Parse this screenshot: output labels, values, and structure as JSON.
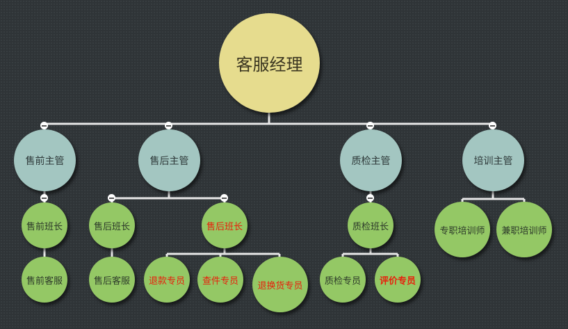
{
  "root": {
    "label": "客服经理"
  },
  "managers": [
    {
      "label": "售前主管"
    },
    {
      "label": "售后主管"
    },
    {
      "label": "质检主管"
    },
    {
      "label": "培训主管"
    }
  ],
  "leads": [
    {
      "label": "售前班长"
    },
    {
      "label": "售后班长"
    },
    {
      "label": "售后班长"
    },
    {
      "label": "质检班长"
    },
    {
      "label": "专职培训师"
    },
    {
      "label": "兼职培训师"
    }
  ],
  "staff": [
    {
      "label": "售前客服"
    },
    {
      "label": "售后客服"
    },
    {
      "label": "退款专员"
    },
    {
      "label": "查件专员"
    },
    {
      "label": "退换货专员"
    },
    {
      "label": "质检专员"
    },
    {
      "label": "评价专员"
    }
  ],
  "colors": {
    "root": "#e6dc8e",
    "manager": "#a3c6c1",
    "node": "#94c865",
    "highlight_text": "#e8200c",
    "connector": "#ffffff"
  }
}
